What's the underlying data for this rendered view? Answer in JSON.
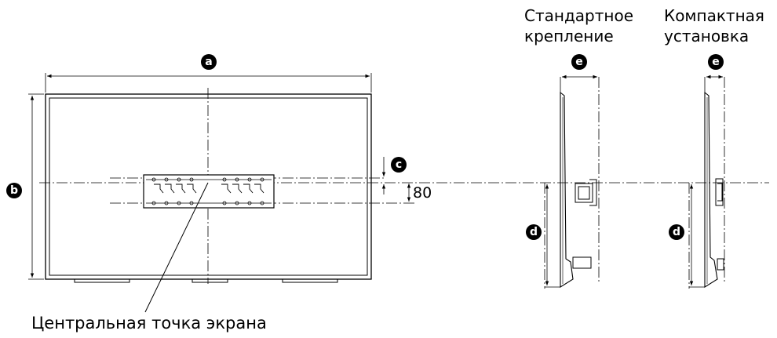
{
  "views": {
    "standard": {
      "heading_line1": "Стандартное",
      "heading_line2": "крепление"
    },
    "compact": {
      "heading_line1": "Компактная",
      "heading_line2": "установка"
    }
  },
  "dimensions": {
    "a": "a",
    "b": "b",
    "c": "c",
    "d": "d",
    "e": "e",
    "offset_value": "80"
  },
  "callout_label": "Центральная точка экрана"
}
